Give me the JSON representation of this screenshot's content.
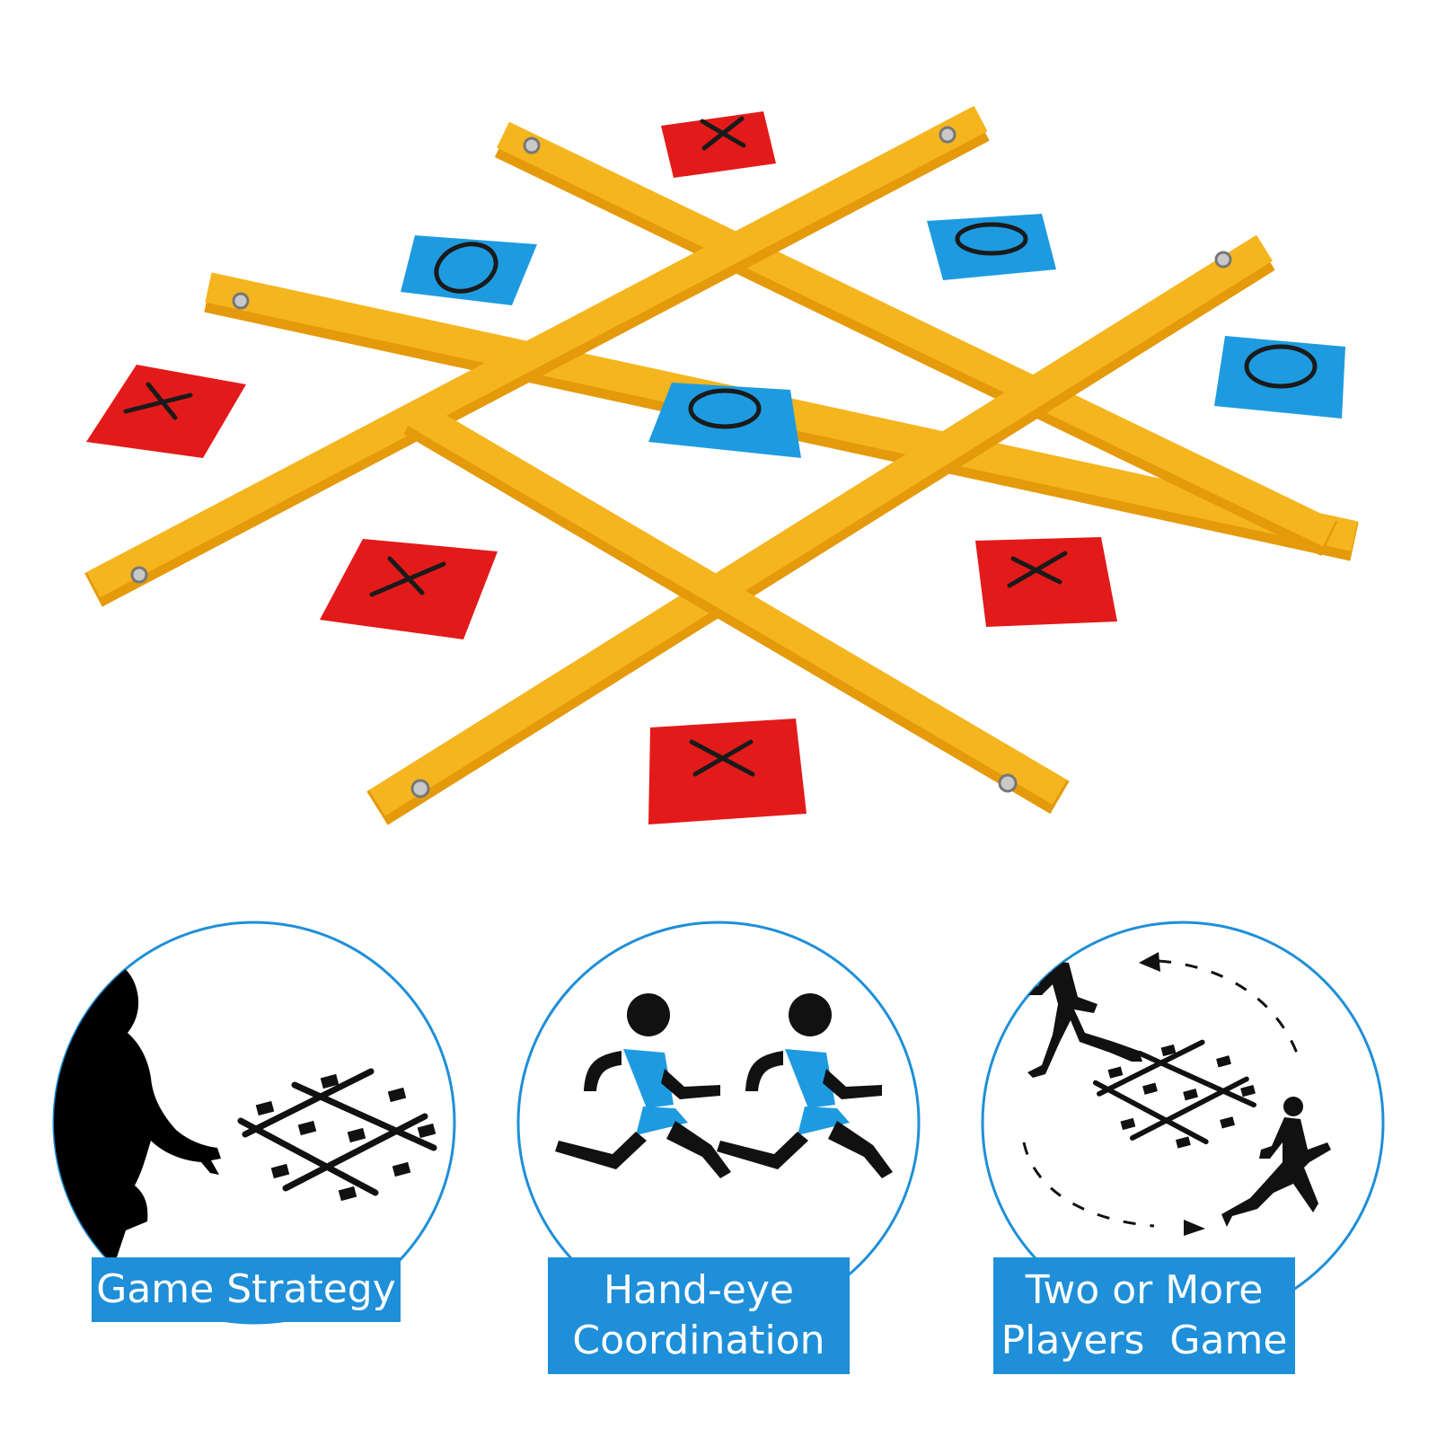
{
  "colors": {
    "strap": "#F5B51E",
    "strap_edge": "#E49A0A",
    "bag_red": "#E31A1A",
    "bag_blue": "#1E9BE0",
    "mark": "#1A1A1A",
    "circle_stroke": "#1E8FD8",
    "label_bg": "#1E8FD8",
    "label_text": "#FFFFFF",
    "jersey": "#1E9BE0"
  },
  "board": {
    "bean_bags": [
      {
        "color": "red",
        "mark": "x"
      },
      {
        "color": "blue",
        "mark": "o"
      },
      {
        "color": "blue",
        "mark": "o"
      },
      {
        "color": "red",
        "mark": "x"
      },
      {
        "color": "blue",
        "mark": "o"
      },
      {
        "color": "blue",
        "mark": "o"
      },
      {
        "color": "red",
        "mark": "x"
      },
      {
        "color": "red",
        "mark": "x"
      },
      {
        "color": "red",
        "mark": "x"
      }
    ]
  },
  "features": [
    {
      "icon": "person-throwing-icon",
      "lines": [
        "Game Strategy"
      ]
    },
    {
      "icon": "running-players-icon",
      "lines": [
        "Hand-eye",
        "Coordination"
      ]
    },
    {
      "icon": "players-circling-board-icon",
      "lines": [
        "Two or More",
        "Players  Game"
      ]
    }
  ]
}
